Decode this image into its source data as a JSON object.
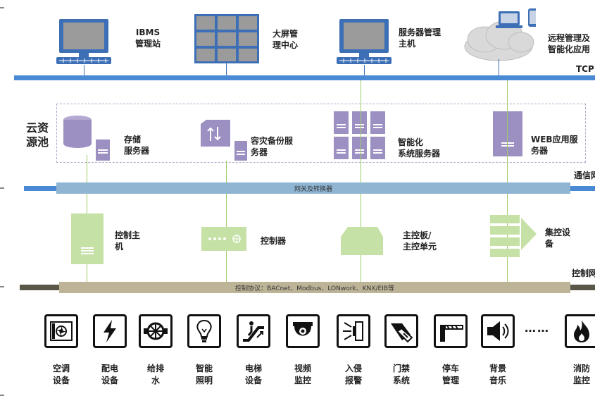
{
  "top": {
    "ibms": "IBMS\n管理站",
    "screen": "大屏管\n理中心",
    "server_host": "服务器管理\n主机",
    "remote": "远程管理及\n智能化应用",
    "tcp": "TCP"
  },
  "cloud": {
    "title": "云资\n源池",
    "storage": "存储\n服务器",
    "backup": "容灾备份服\n务器",
    "smart": "智能化\n系统服务器",
    "web": "WEB应用服\n务器"
  },
  "gateway": {
    "bar": "网关及转换器",
    "right": "通信网"
  },
  "control": {
    "host": "控制主\n机",
    "controller": "控制器",
    "board": "主控板/\n主控单元",
    "central": "集控设\n备",
    "right": "控制网"
  },
  "protocol_bar": "控制协议：BACnet、Modbus、LONwork、KNX/EIB等",
  "ellipsis": "……",
  "devices": [
    {
      "label": "空调\n设备",
      "icon": "air-conditioner-icon"
    },
    {
      "label": "配电\n设备",
      "icon": "lightning-icon"
    },
    {
      "label": "给排\n水",
      "icon": "pump-valve-icon"
    },
    {
      "label": "智能\n照明",
      "icon": "lightbulb-icon"
    },
    {
      "label": "电梯\n设备",
      "icon": "escalator-icon"
    },
    {
      "label": "视频\n监控",
      "icon": "dome-camera-icon"
    },
    {
      "label": "入侵\n报警",
      "icon": "intrusion-alarm-icon"
    },
    {
      "label": "门禁\n系统",
      "icon": "access-card-icon"
    },
    {
      "label": "停车\n管理",
      "icon": "parking-barrier-icon"
    },
    {
      "label": "背景\n音乐",
      "icon": "speaker-icon"
    },
    {
      "label": "消防\n监控",
      "icon": "fire-icon"
    }
  ]
}
